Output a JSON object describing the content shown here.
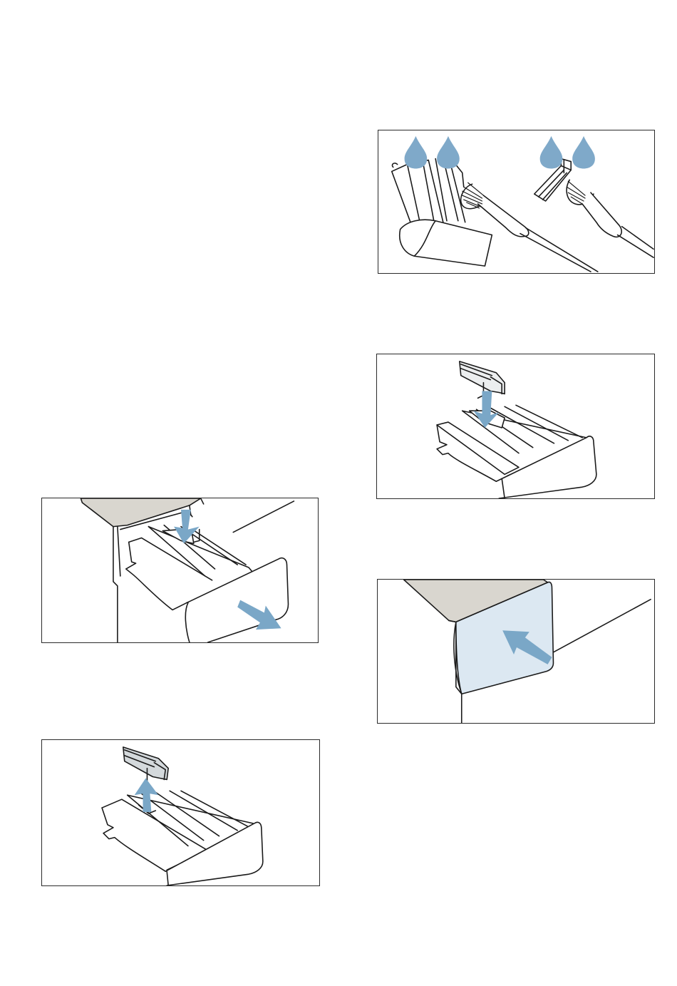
{
  "page": {
    "figures": [
      {
        "id": "fig-clean-brush",
        "icon": "clean-siphon-with-brush-under-water-illustration"
      },
      {
        "id": "fig-siphon-insert",
        "icon": "insert-siphon-illustration"
      },
      {
        "id": "fig-drawer-remove",
        "icon": "remove-detergent-drawer-illustration"
      },
      {
        "id": "fig-siphon-remove",
        "icon": "remove-siphon-illustration"
      },
      {
        "id": "fig-drawer-close",
        "icon": "close-detergent-drawer-illustration"
      }
    ]
  },
  "colors": {
    "line": "#1a1a1a",
    "arrow_blue": "#7aa7c7",
    "water_drop": "#7fa9c9",
    "machine_top_grey": "#d9d6cf",
    "drawer_front_tint": "#dce8f2",
    "border": "#2a2a2a",
    "background": "#ffffff"
  }
}
